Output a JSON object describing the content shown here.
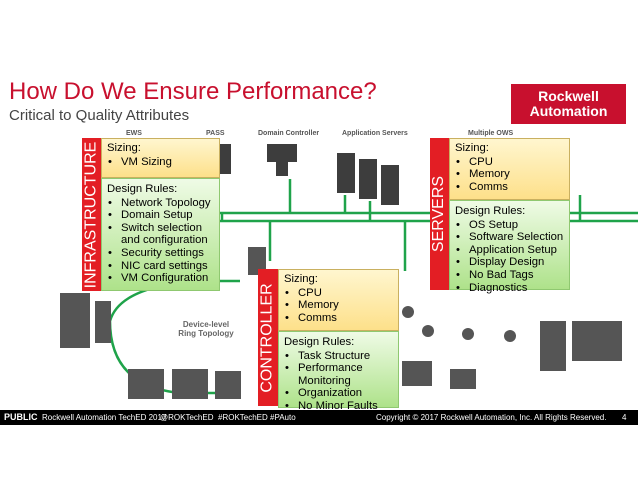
{
  "header": {
    "title": "How Do We Ensure Performance?",
    "subtitle": "Critical to Quality Attributes",
    "logo_line1": "Rockwell",
    "logo_line2": "Automation"
  },
  "top_labels": [
    "EWS",
    "PASS",
    "Domain Controller",
    "Application Servers",
    "Multiple OWS"
  ],
  "ring_label": "Device-level Ring Topology",
  "infrastructure": {
    "label": "INFRASTRUCTURE",
    "sizing_title": "Sizing:",
    "sizing_items": [
      "VM Sizing"
    ],
    "design_title": "Design Rules:",
    "design_items": [
      "Network Topology",
      "Domain Setup",
      "Switch selection and configuration",
      "Security settings",
      "NIC card settings",
      "VM Configuration"
    ]
  },
  "servers": {
    "label": "SERVERS",
    "sizing_title": "Sizing:",
    "sizing_items": [
      "CPU",
      "Memory",
      "Comms"
    ],
    "design_title": "Design Rules:",
    "design_items": [
      "OS Setup",
      "Software Selection",
      "Application Setup",
      "Display Design",
      "No Bad Tags",
      "Diagnostics"
    ]
  },
  "controller": {
    "label": "CONTROLLER",
    "sizing_title": "Sizing:",
    "sizing_items": [
      "CPU",
      "Memory",
      "Comms"
    ],
    "design_title": "Design Rules:",
    "design_items": [
      "Task Structure",
      "Performance Monitoring",
      "Organization",
      "No Minor Faults"
    ]
  },
  "footer": {
    "public": "PUBLIC",
    "event": "Rockwell Automation TechED 2017",
    "handle": "@ROKTechED",
    "tags": "#ROKTechED   #PAuto",
    "copyright": "Copyright © 2017 Rockwell Automation, Inc. All Rights Reserved.",
    "page": "4"
  },
  "colors": {
    "brand_red": "#c8102e",
    "label_red": "#e31e24",
    "network_green": "#1fa34a",
    "sizing_yellow": "#fde08a",
    "design_green": "#aee28a"
  }
}
